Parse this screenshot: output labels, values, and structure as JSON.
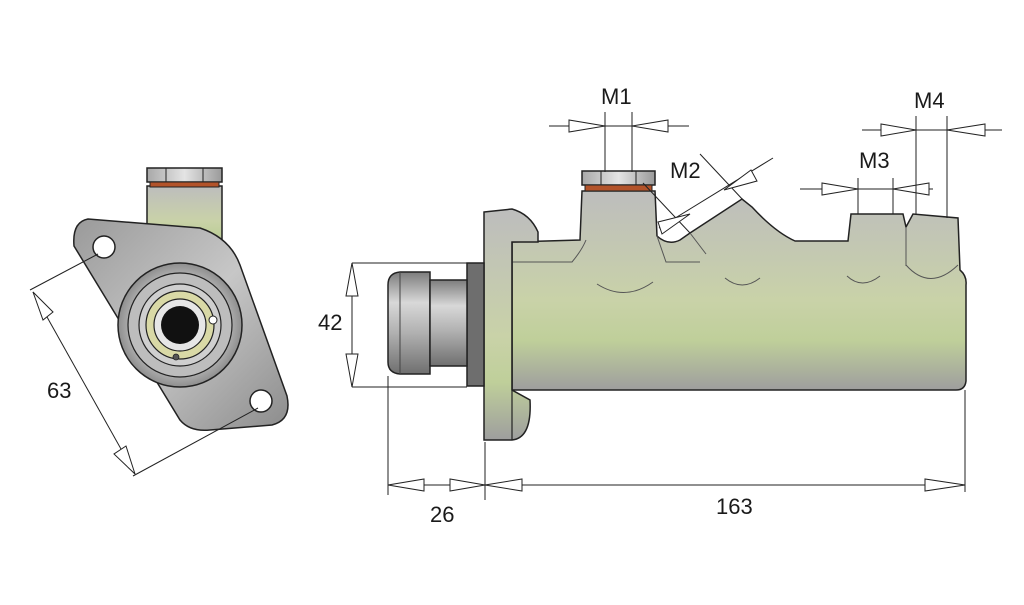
{
  "dimensions": {
    "flange_diagonal": "63",
    "bore_height": "42",
    "nose_length": "26",
    "body_length": "163"
  },
  "ports": {
    "m1": "M1",
    "m2": "M2",
    "m3": "M3",
    "m4": "M4"
  },
  "colors": {
    "outline": "#222222",
    "metal_light": "#c4c4c4",
    "metal_dark": "#8a8a8a",
    "metal_tint": "#cfd9a2",
    "nut_seal": "#b3532a",
    "bore": "#111111"
  }
}
